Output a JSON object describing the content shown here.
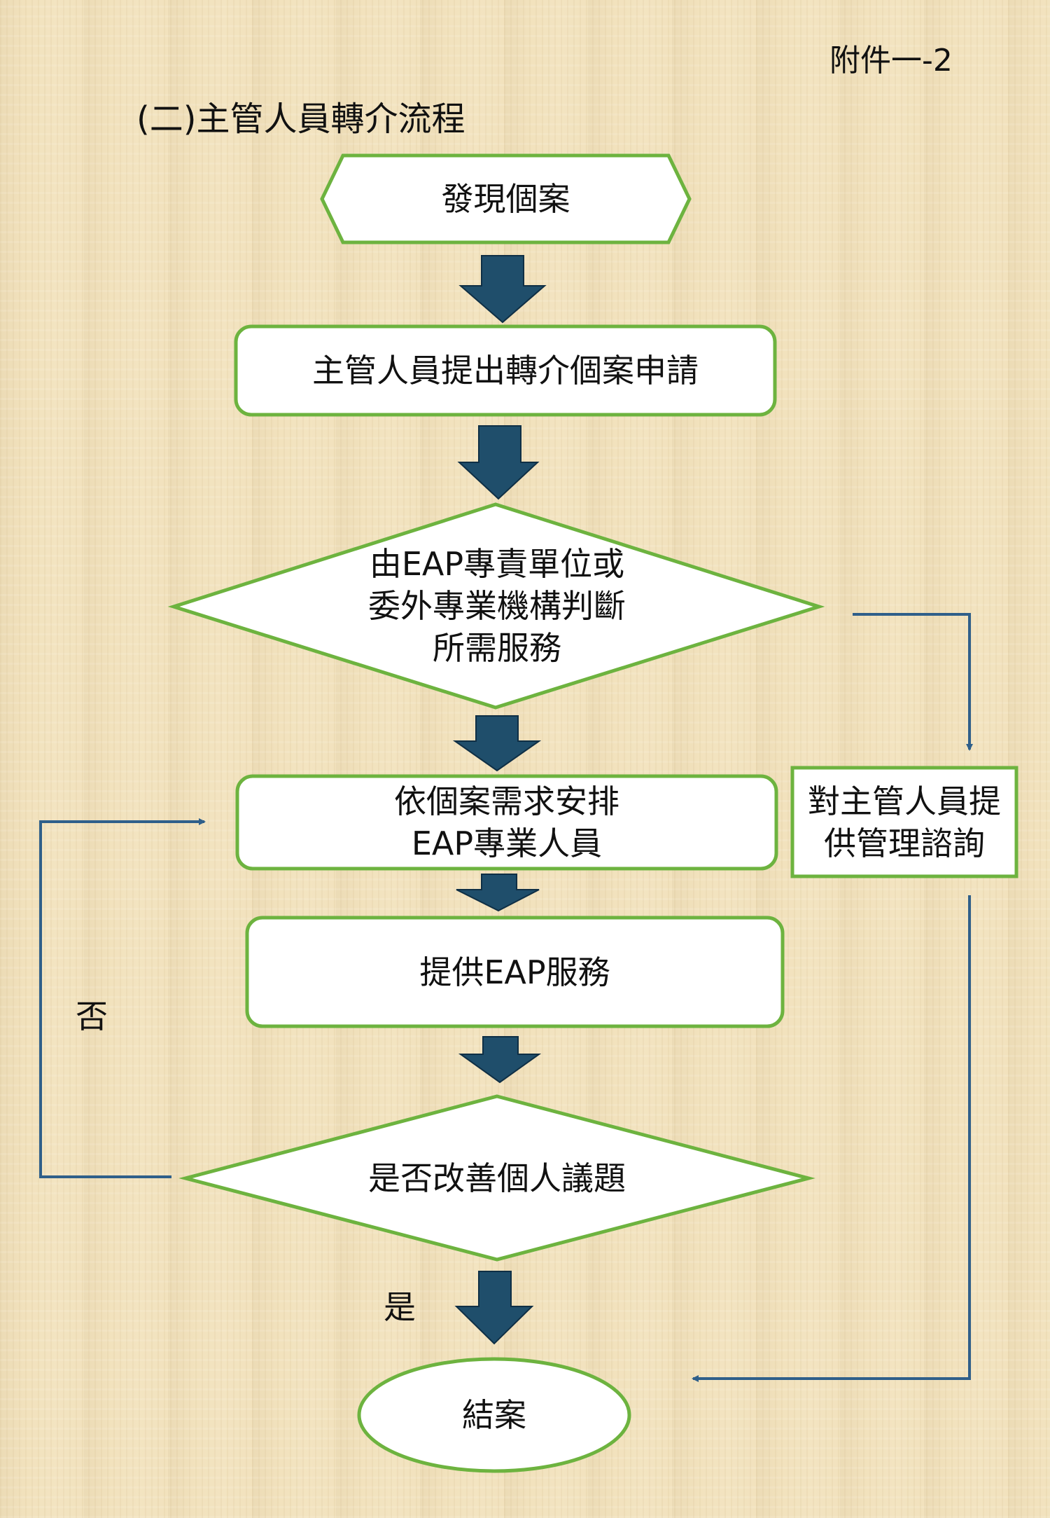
{
  "header": {
    "attachment_label": "附件一-2"
  },
  "title": "(二)主管人員轉介流程",
  "nodes": {
    "start": "發現個案",
    "supervisor_referral": "主管人員提出轉介個案申請",
    "eap_assess": "由EAP專責單位或\n委外專業機構判斷\n所需服務",
    "arrange_staff": "依個案需求安排\nEAP專業人員",
    "consult": "對主管人員提\n供管理諮詢",
    "provide_service": "提供EAP服務",
    "improved_decision": "是否改善個人議題",
    "end": "結案"
  },
  "branch_labels": {
    "no": "否",
    "yes": "是"
  },
  "colors": {
    "node_border": "#6db33f",
    "node_fill": "#ffffff",
    "block_arrow": "#1f4e6b",
    "connector": "#2f5f8a",
    "background": "#f2e2bd"
  }
}
